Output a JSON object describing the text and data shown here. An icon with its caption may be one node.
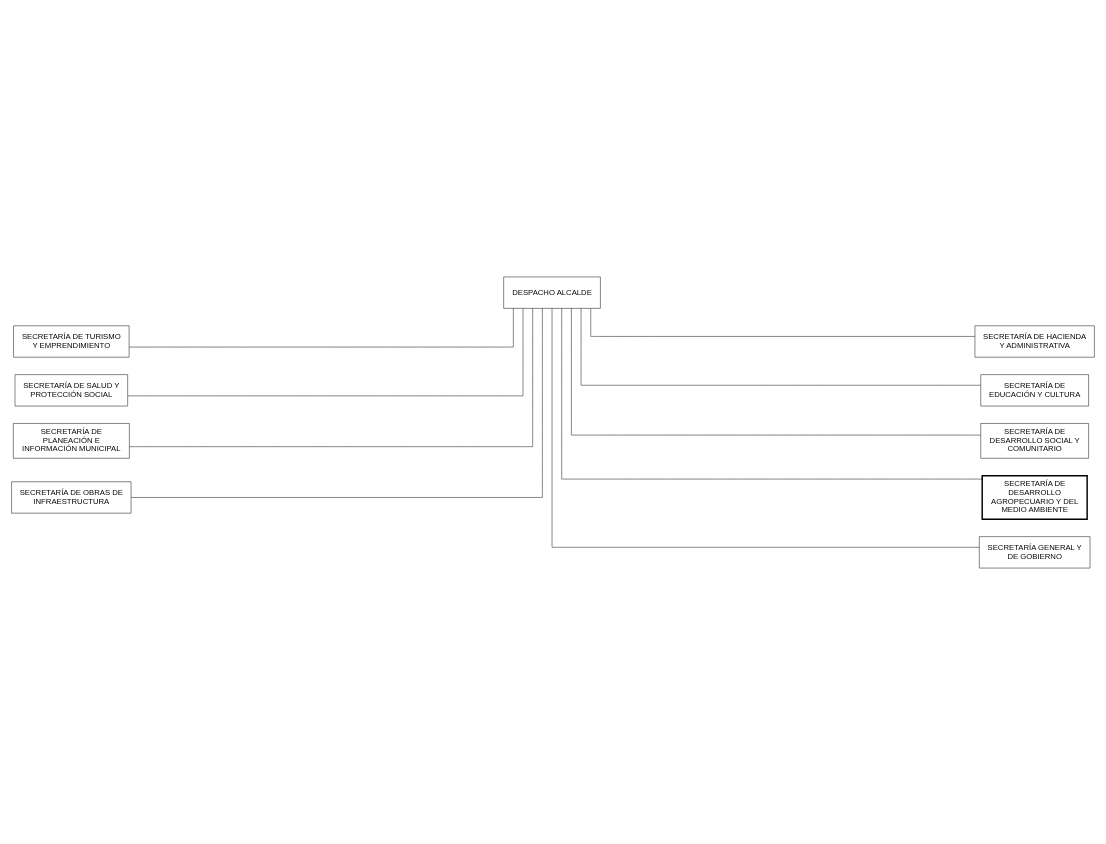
{
  "diagram": {
    "nodes": [
      {
        "text": [
          "DESPACHO ALCALDE"
        ]
      },
      {
        "text": [
          "SECRETARÍA DE TURISMO Y EMPRENDIMIENTO"
        ]
      },
      {
        "text": [
          "SECRETARÍA DE HACIENDA Y ADMINISTRATIVA"
        ]
      },
      {
        "text": [
          "SECRETARÍA DE SALUD Y PROTECCIÓN SOCIAL"
        ]
      },
      {
        "text": [
          "SECRETARÍA DE EDUCACIÓN Y CULTURA"
        ]
      },
      {
        "text": [
          "SECRETARÍA DE PLANEACIÓN E INFORMACIÓN MUNICIPAL"
        ]
      },
      {
        "text": [
          "SECRETARÍA DE DESARROLLO SOCIAL Y COMUNITARIO"
        ]
      },
      {
        "text": [
          "SECRETARÍA DE OBRAS DE INFRAESTRUCTURA"
        ]
      },
      {
        "text": [
          "SECRETARÍA DE DESARROLLO AGROPECUARIO Y DEL MEDIO AMBIENTE"
        ]
      },
      {
        "text": [
          "SECRETARÍA GENERAL Y DE GOBIERNO"
        ]
      }
    ],
    "edges": [
      {
        "from": 0,
        "to": 1,
        "arrow": "none"
      },
      {
        "from": 0,
        "to": 2,
        "arrow": "none"
      },
      {
        "from": 0,
        "to": 3,
        "arrow": "none"
      },
      {
        "from": 0,
        "to": 4,
        "arrow": "none"
      },
      {
        "from": 0,
        "to": 5,
        "arrow": "none"
      },
      {
        "from": 0,
        "to": 6,
        "arrow": "none"
      },
      {
        "from": 0,
        "to": 7,
        "arrow": "none"
      },
      {
        "from": 0,
        "to": 8,
        "arrow": "none"
      },
      {
        "from": 0,
        "to": 9,
        "arrow": "none"
      }
    ]
  }
}
